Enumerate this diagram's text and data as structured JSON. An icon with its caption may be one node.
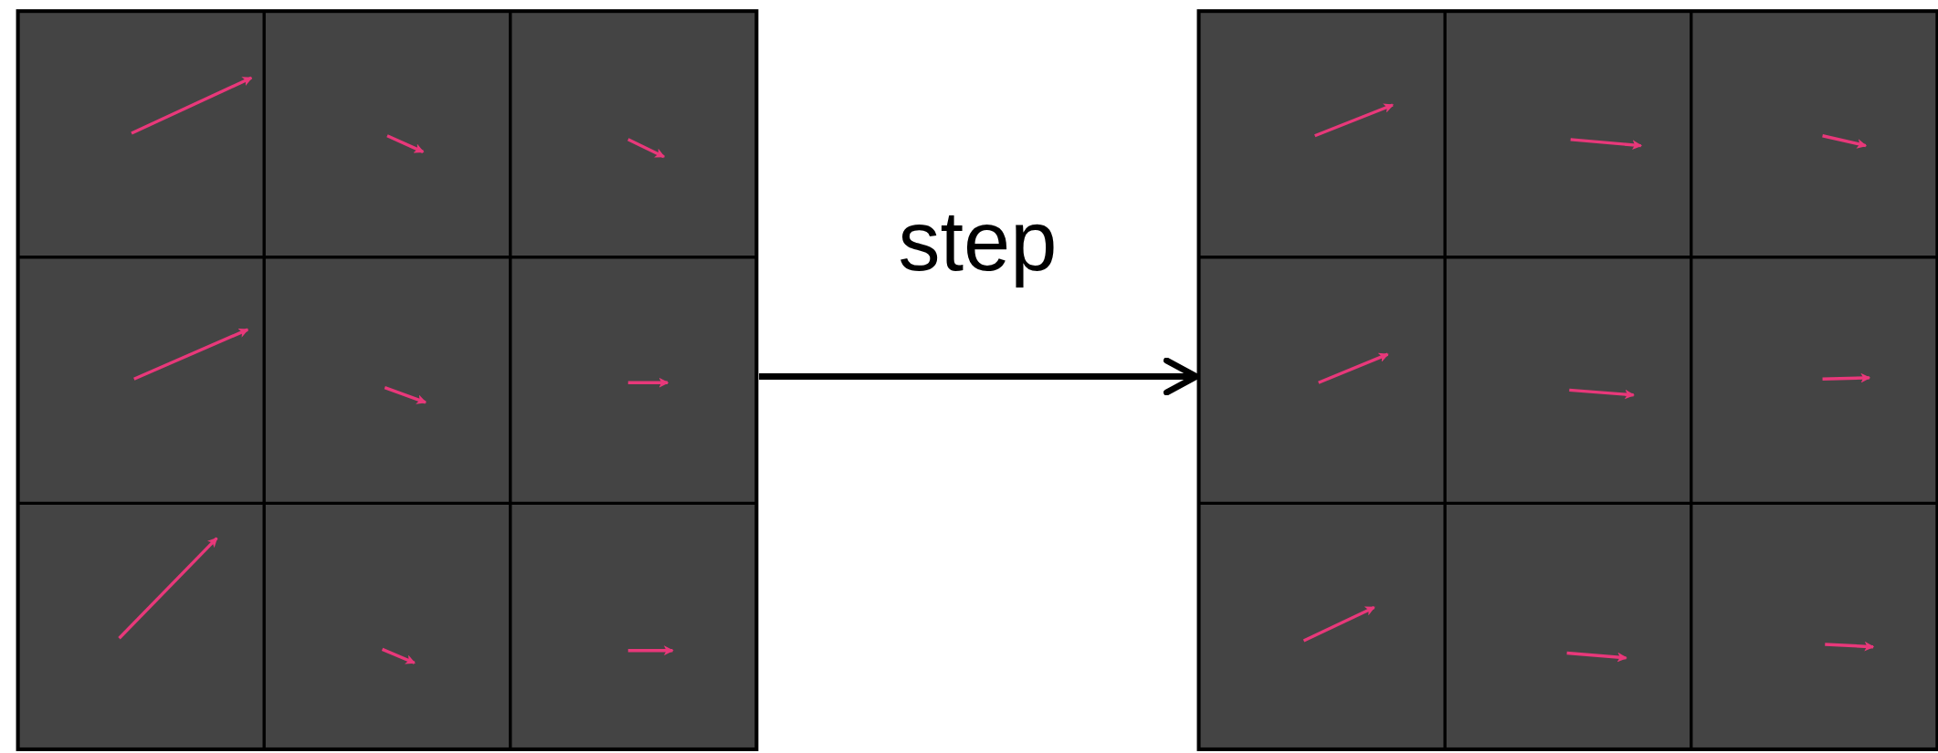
{
  "diagram": {
    "nodes": [
      {
        "text": [],
        "shape": "picture"
      },
      {
        "text": [],
        "shape": "picture"
      }
    ],
    "edges": [
      {
        "from": 0,
        "to": 1,
        "arrow": "to",
        "label": "step"
      }
    ]
  }
}
